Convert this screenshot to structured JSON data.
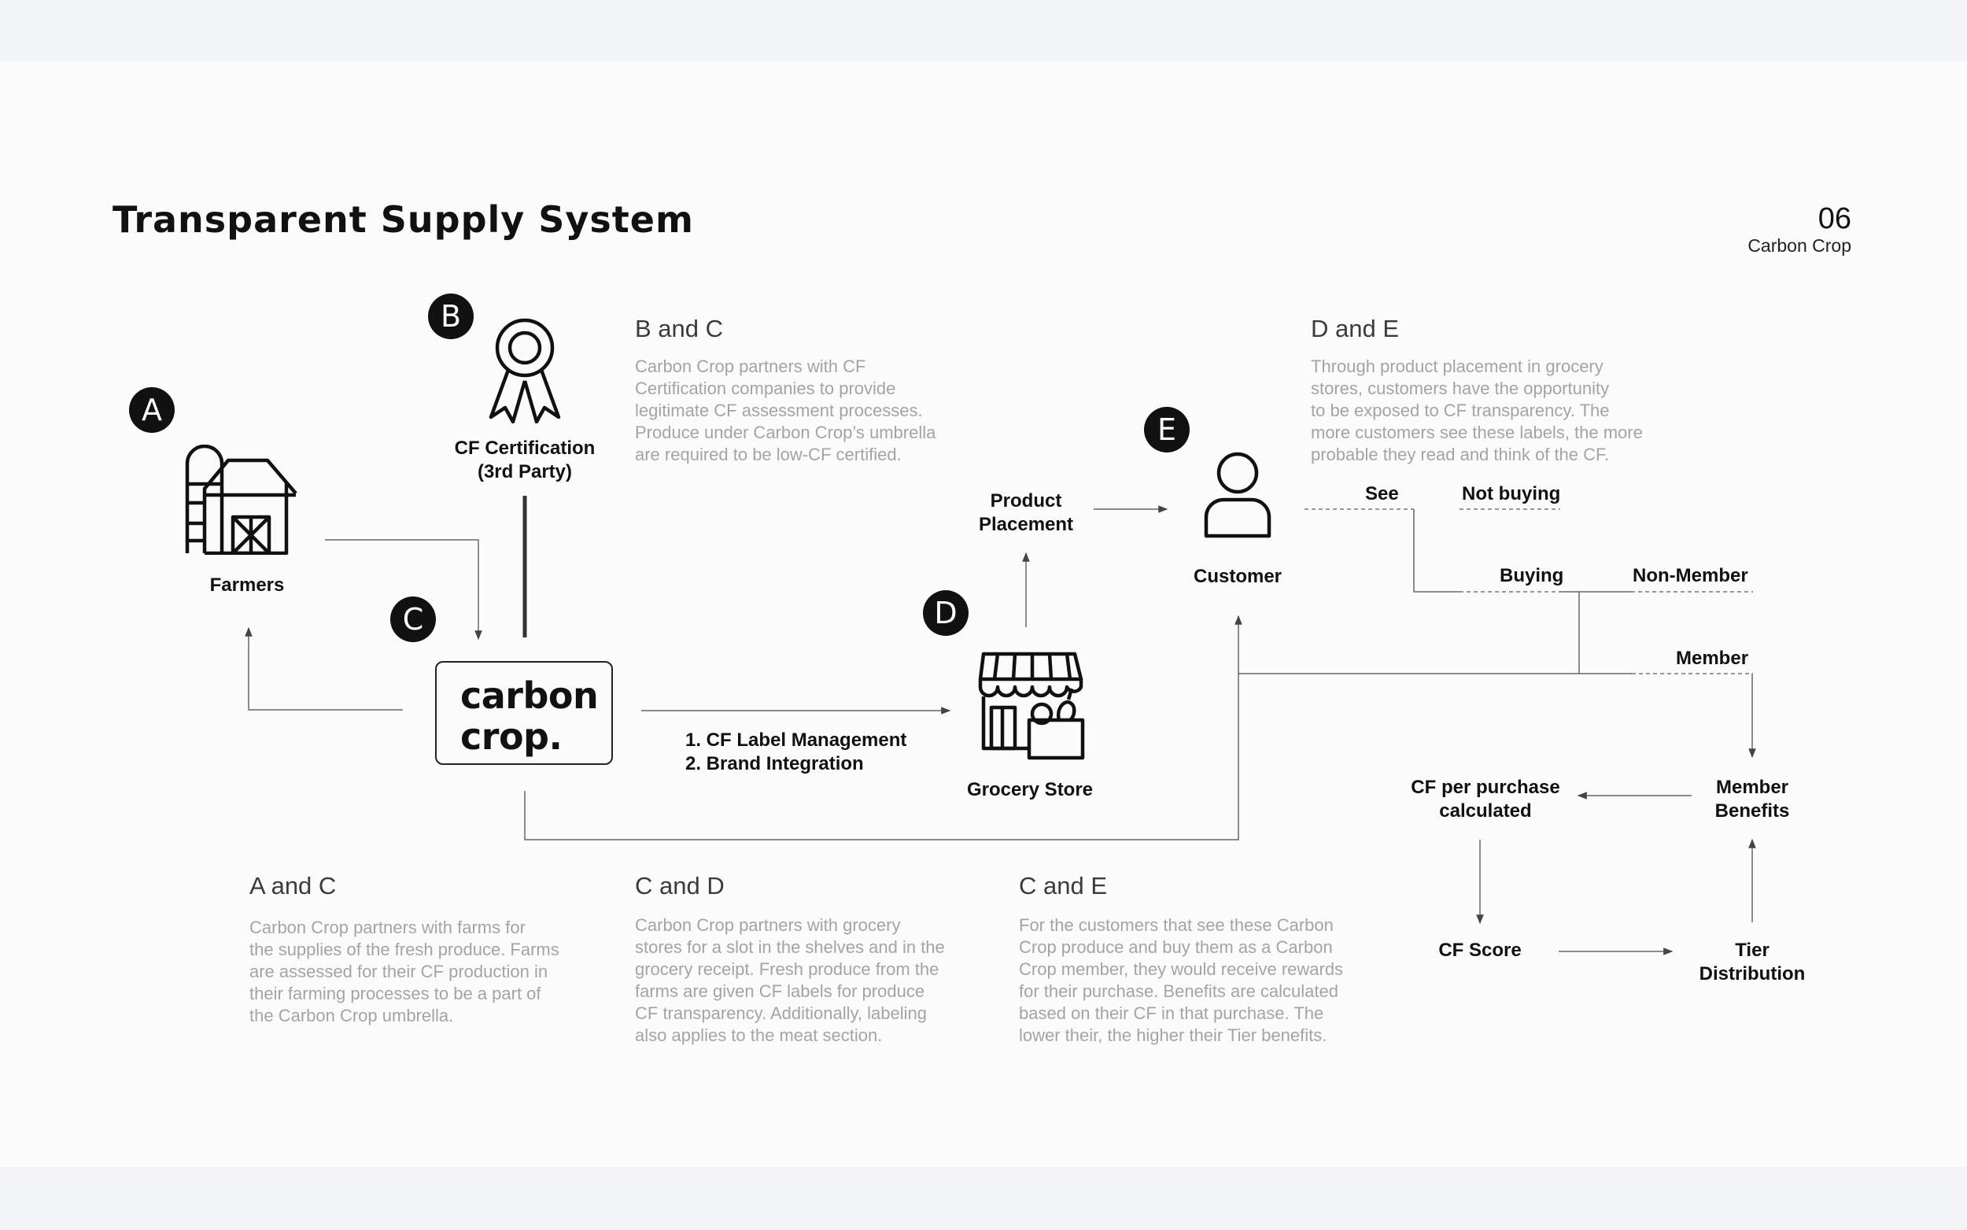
{
  "title": "Transparent Supply System",
  "page_number": "06",
  "brand_name": "Carbon Crop",
  "logo_text": "carbon\ncrop.",
  "badges": {
    "a": "A",
    "b": "B",
    "c": "C",
    "d": "D",
    "e": "E"
  },
  "nodes": {
    "farmers": "Farmers",
    "certification": "CF Certification\n(3rd Party)",
    "grocery": "Grocery Store",
    "product_placement": "Product\nPlacement",
    "customer": "Customer",
    "see": "See",
    "not_buying": "Not buying",
    "buying": "Buying",
    "non_member": "Non-Member",
    "member": "Member",
    "member_benefits": "Member\nBenefits",
    "cf_per_purchase": "CF per purchase\ncalculated",
    "cf_score": "CF Score",
    "tier_distribution": "Tier\nDistribution"
  },
  "flow_text": "1. CF Label Management\n2. Brand Integration",
  "sections": {
    "bc": {
      "heading": "B and C",
      "text": "Carbon Crop partners with CF\nCertification companies to provide\nlegitimate CF assessment processes.\nProduce under Carbon Crop’s umbrella\nare required to be low-CF certified."
    },
    "de": {
      "heading": "D and E",
      "text": "Through product placement in grocery\nstores, customers have the opportunity\nto be exposed to CF transparency. The\nmore customers see these labels, the more\nprobable they read and think of the CF."
    },
    "ac": {
      "heading": "A and C",
      "text": "Carbon Crop partners with farms for\nthe supplies of the fresh produce. Farms\nare assessed for their CF production in\ntheir farming processes to be a part of\nthe Carbon Crop umbrella."
    },
    "cd": {
      "heading": "C and D",
      "text": "Carbon Crop partners with grocery\nstores for a slot in the shelves and in the\ngrocery receipt. Fresh produce from the\nfarms are given CF labels for produce\nCF transparency. Additionally, labeling\nalso applies to the meat section."
    },
    "ce": {
      "heading": "C and E",
      "text": "For the customers that see these Carbon\nCrop produce and buy them as a Carbon\nCrop member, they would receive rewards\nfor their purchase. Benefits are calculated\nbased on their CF in that purchase. The\nlower their, the higher their Tier benefits."
    }
  },
  "icons": [
    "barn-icon",
    "award-ribbon-icon",
    "store-icon",
    "user-icon"
  ]
}
